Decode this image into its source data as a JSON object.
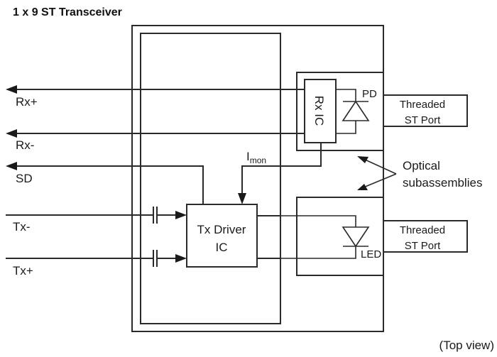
{
  "title": "1 x 9 ST Transceiver",
  "view_label": "(Top view)",
  "pins": {
    "rx_plus": "Rx+",
    "rx_minus": "Rx-",
    "sd": "SD",
    "tx_minus": "Tx-",
    "tx_plus": "Tx+"
  },
  "blocks": {
    "rx_ic": "Rx IC",
    "tx_driver_line1": "Tx Driver",
    "tx_driver_line2": "IC",
    "pd": "PD",
    "led": "LED",
    "imon_main": "I",
    "imon_sub": "mon",
    "port_top_line1": "Threaded",
    "port_top_line2": "ST Port",
    "port_bottom_line1": "Threaded",
    "port_bottom_line2": "ST Port"
  },
  "annotation": {
    "line1": "Optical",
    "line2": "subassemblies"
  }
}
